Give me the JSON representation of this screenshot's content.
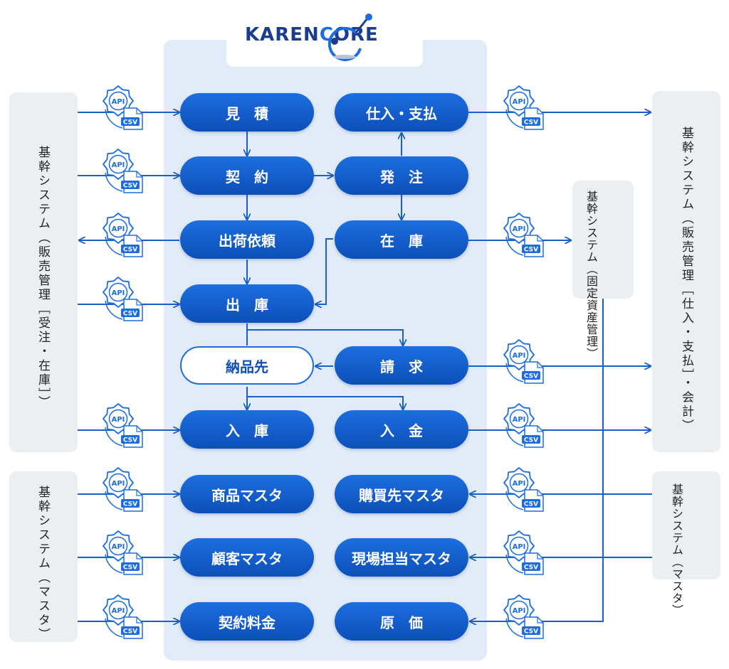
{
  "logo": {
    "text_a": "KAREN",
    "text_c": "C",
    "text_b": "ORE"
  },
  "systems": {
    "left_top": "基幹システム（販売管理［受注・在庫］）",
    "left_bottom": "基幹システム（マスタ）",
    "right_fixed": "基幹システム（固定資産管理）",
    "right_top": "基幹システム（販売管理［仕入・支払］・会計）",
    "right_bottom": "基幹システム（マスタ）"
  },
  "nodes": {
    "mitsumori": "見　積",
    "keiyaku": "契　約",
    "shukka_irai": "出荷依頼",
    "shukko": "出　庫",
    "nohinsaki": "納品先",
    "nyuko": "入　庫",
    "shohin_master": "商品マスタ",
    "kokyaku_master": "顧客マスタ",
    "keiyaku_ryokin": "契約料金",
    "shiire_shiharai": "仕入・支払",
    "hatchu": "発　注",
    "zaiko": "在　庫",
    "seikyu": "請　求",
    "nyukin": "入　金",
    "kobaisaki_master": "購買先マスタ",
    "genba_master": "現場担当マスタ",
    "genka": "原　価"
  },
  "badge": {
    "api": "API",
    "csv": "CSV"
  },
  "colors": {
    "accent": "#1c6ee0",
    "dark": "#0d4fb8",
    "line": "#1a5fc8",
    "panel": "#e2ecf8",
    "system_bg": "#eceff2"
  }
}
